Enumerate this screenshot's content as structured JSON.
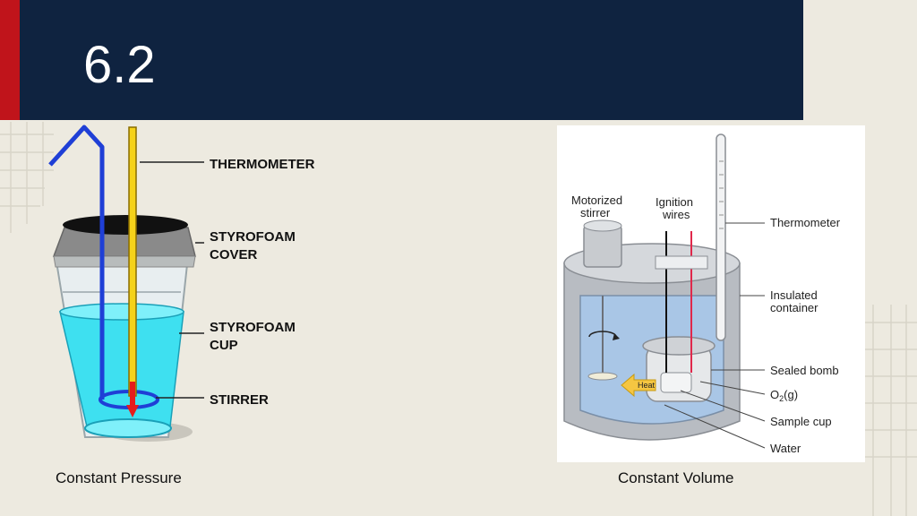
{
  "slide": {
    "title": "6.2"
  },
  "constant_pressure": {
    "labels": {
      "thermometer": "THERMOMETER",
      "cover_line1": "STYROFOAM",
      "cover_line2": "COVER",
      "cup_line1": "STYROFOAM",
      "cup_line2": "CUP",
      "stirrer": "STIRRER"
    },
    "caption": "Constant Pressure"
  },
  "constant_volume": {
    "labels": {
      "motorized_line1": "Motorized",
      "motorized_line2": "stirrer",
      "ignition_line1": "Ignition",
      "ignition_line2": "wires",
      "thermometer": "Thermometer",
      "insulated_line1": "Insulated",
      "insulated_line2": "container",
      "sealed_bomb": "Sealed bomb",
      "o2_main": "O",
      "o2_sub": "2",
      "o2_tail": "(g)",
      "sample_cup": "Sample cup",
      "water": "Water",
      "heat": "Heat"
    },
    "caption": "Constant Volume"
  },
  "colors": {
    "title_bar": "#0f2340",
    "accent_red": "#c0141b",
    "background": "#edeae0",
    "water_cyan": "#3ee0f0",
    "stirrer_blue": "#1f3fd6",
    "thermometer_yellow": "#f5d21a"
  }
}
